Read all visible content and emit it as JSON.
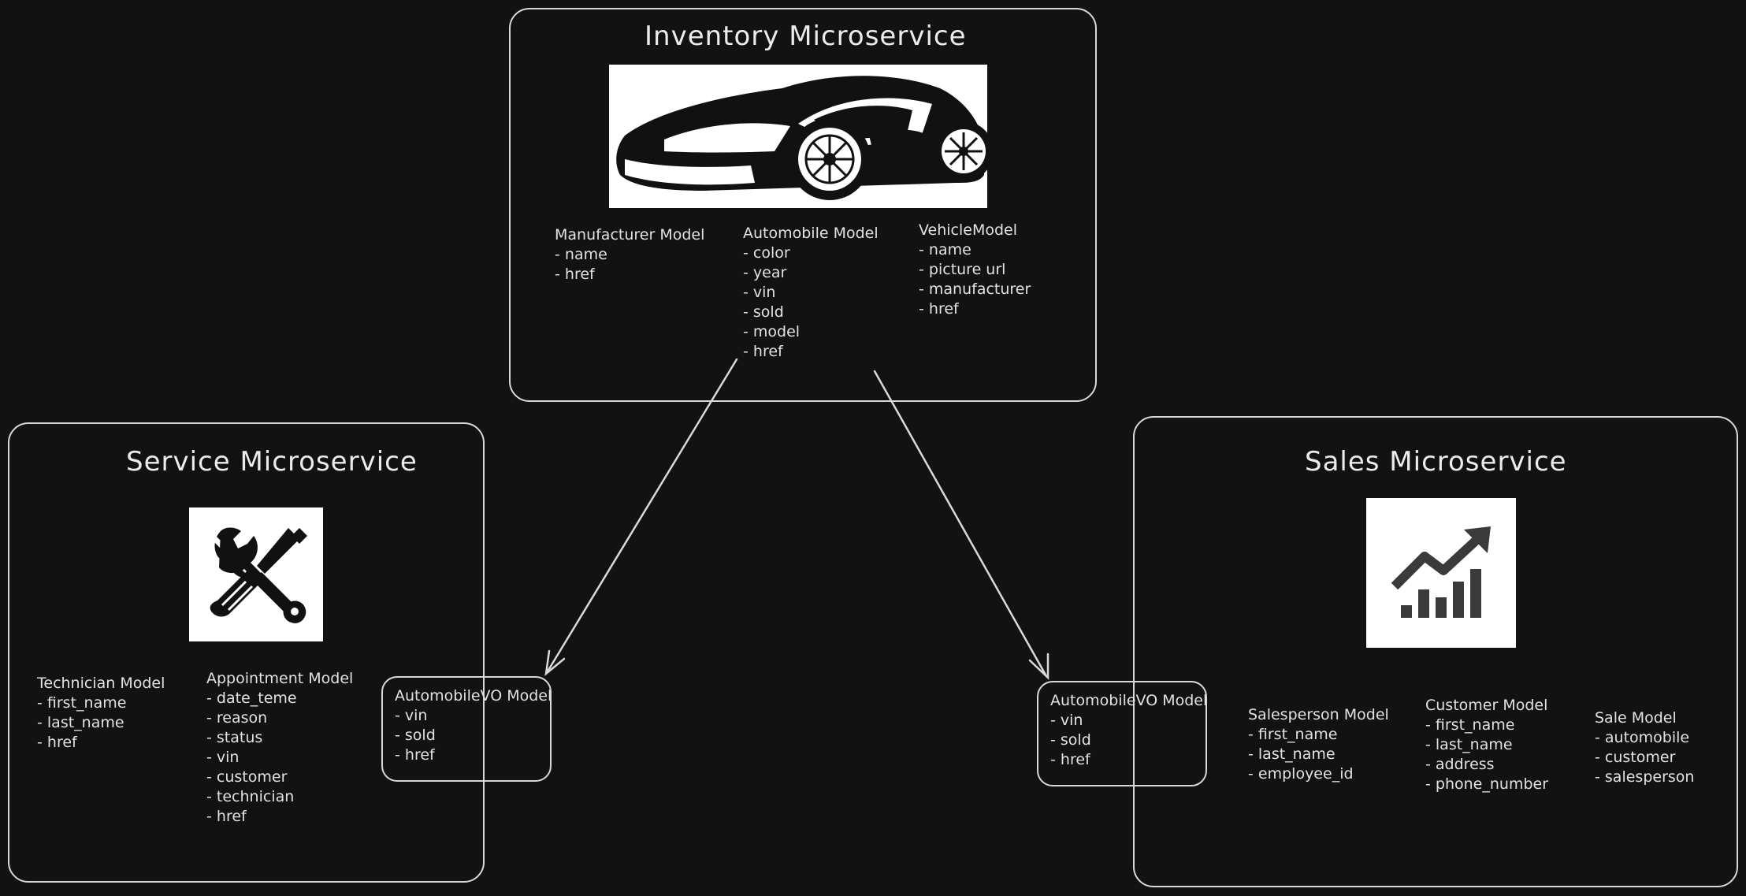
{
  "inventory": {
    "title": "Inventory Microservice",
    "image": "sports-car-illustration",
    "models": [
      {
        "title": "Manufacturer Model",
        "fields": [
          "name",
          "href"
        ]
      },
      {
        "title": "Automobile Model",
        "fields": [
          "color",
          "year",
          "vin",
          "sold",
          "model",
          "href"
        ]
      },
      {
        "title": "VehicleModel",
        "fields": [
          "name",
          "picture url",
          "manufacturer",
          "href"
        ]
      }
    ]
  },
  "service": {
    "title": "Service Microservice",
    "icon": "wrench-screwdriver-icon",
    "models": [
      {
        "title": "Technician Model",
        "fields": [
          "first_name",
          "last_name",
          "href"
        ]
      },
      {
        "title": "Appointment Model",
        "fields": [
          "date_teme",
          "reason",
          "status",
          "vin",
          "customer",
          "technician",
          "href"
        ]
      }
    ],
    "vo": {
      "title": "AutomobileVO Model",
      "fields": [
        "vin",
        "sold",
        "href"
      ]
    }
  },
  "sales": {
    "title": "Sales Microservice",
    "icon": "growth-chart-icon",
    "models": [
      {
        "title": "Salesperson Model",
        "fields": [
          "first_name",
          "last_name",
          "employee_id"
        ]
      },
      {
        "title": "Customer Model",
        "fields": [
          "first_name",
          "last_name",
          "address",
          "phone_number"
        ]
      },
      {
        "title": "Sale Model",
        "fields": [
          "automobile",
          "customer",
          "salesperson"
        ]
      }
    ],
    "vo": {
      "title": "AutomobileVO Model",
      "fields": [
        "vin",
        "sold",
        "href"
      ]
    }
  },
  "colors": {
    "background": "#121212",
    "stroke": "#d9d9d9",
    "text": "#e6e6e6"
  }
}
